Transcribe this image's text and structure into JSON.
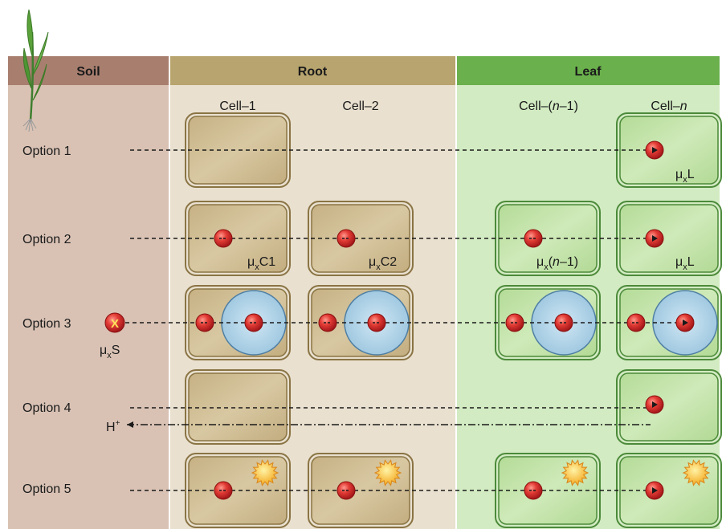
{
  "columns": {
    "soil": "Soil",
    "root": "Root",
    "leaf": "Leaf"
  },
  "cell_headers": {
    "cell1": "Cell–1",
    "cell2": "Cell–2",
    "cell_n1_prefix": "Cell–(",
    "cell_n1_italic": "n",
    "cell_n1_suffix": "–1)",
    "cell_n_prefix": "Cell–",
    "cell_n_italic": "n"
  },
  "options": [
    "Option 1",
    "Option 2",
    "Option 3",
    "Option 4",
    "Option 5"
  ],
  "potentials": {
    "mu": "μ",
    "sub_x": "x",
    "leaf_suffix": "L",
    "c1_suffix": "C1",
    "c2_suffix": "C2",
    "n1_prefix": "(",
    "n1_italic": "n",
    "n1_suffix": "–1)",
    "soil_suffix": "S"
  },
  "solute_symbol": "X",
  "proton": {
    "base": "H",
    "sup": "+"
  },
  "colors": {
    "soil_bg": "#d9c2b4",
    "soil_header": "#a87f6f",
    "root_bg": "#e9e0cf",
    "root_header": "#b7a46e",
    "leaf_bg": "#d2ebc2",
    "leaf_header": "#6ab04c",
    "root_cell_fill": "#cdbb93",
    "root_cell_stroke": "#8a7444",
    "leaf_cell_fill": "#c1e2a9",
    "leaf_cell_stroke": "#4c8a3a",
    "vacuole": "#a9cfe6",
    "solute_red": "#d92d2d",
    "sun": "#f6b830"
  }
}
